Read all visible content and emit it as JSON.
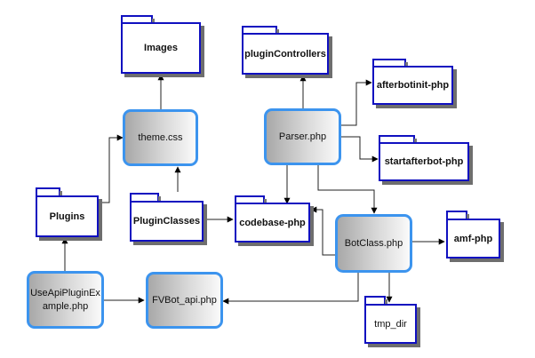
{
  "diagram": {
    "packages": {
      "images": "Images",
      "plugin_controllers": "pluginControllers",
      "afterbotinit": "afterbotinit-php",
      "startafterbot": "startafterbot-php",
      "plugins": "Plugins",
      "plugin_classes": "PluginClasses",
      "codebase": "codebase-php",
      "amf": "amf-php",
      "tmp_dir": "tmp_dir"
    },
    "classes": {
      "theme_css": "theme.css",
      "parser": "Parser.php",
      "botclass": "BotClass.php",
      "use_api": "UseApiPluginExample.php",
      "fvbot_api": "FVBot_api.php"
    },
    "edges": [
      {
        "from": "theme.css",
        "to": "Images"
      },
      {
        "from": "Parser.php",
        "to": "pluginControllers"
      },
      {
        "from": "Parser.php",
        "to": "afterbotinit-php"
      },
      {
        "from": "Parser.php",
        "to": "startafterbot-php"
      },
      {
        "from": "Parser.php",
        "to": "codebase-php"
      },
      {
        "from": "Parser.php",
        "to": "BotClass.php"
      },
      {
        "from": "Plugins",
        "to": "theme.css"
      },
      {
        "from": "PluginClasses",
        "to": "theme.css"
      },
      {
        "from": "PluginClasses",
        "to": "codebase-php"
      },
      {
        "from": "BotClass.php",
        "to": "codebase-php"
      },
      {
        "from": "BotClass.php",
        "to": "amf-php"
      },
      {
        "from": "BotClass.php",
        "to": "tmp_dir"
      },
      {
        "from": "BotClass.php",
        "to": "FVBot_api.php"
      },
      {
        "from": "UseApiPluginExample.php",
        "to": "Plugins"
      },
      {
        "from": "UseApiPluginExample.php",
        "to": "FVBot_api.php"
      }
    ]
  }
}
